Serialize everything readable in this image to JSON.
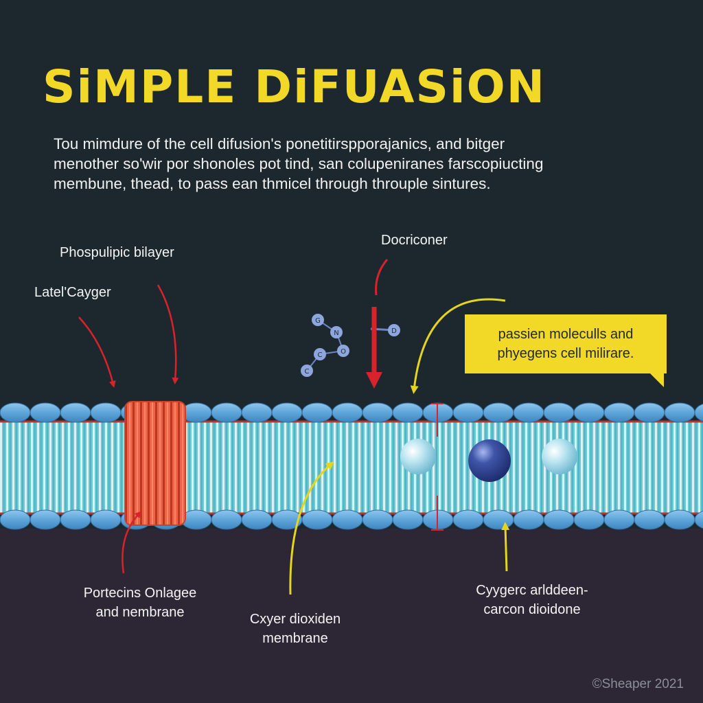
{
  "title": "SiMPLE DiFUASiON",
  "intro_lines": [
    "Tou mimdure of  the  cell difusion's ponetitirspporajanics, and bitger",
    "menother so'wir por shonoles pot tind, san colupeniranes farscopiucting",
    "membune, thead, to pass ean thmicel through throuple sintures."
  ],
  "labels": {
    "phospholipid": "Phospulipic bilayer",
    "lateral": "Latel'Cayger",
    "docriconer": "Docriconer",
    "proteins": [
      "Portecins Onlagee",
      "and nembrane"
    ],
    "oxygen_dioxide": [
      "Cxyer dioxiden",
      "membrane"
    ],
    "carbon": [
      "Cyygerc arlddeen-",
      "carcon dioidone"
    ]
  },
  "callout": [
    "passien moleculls and",
    "phyegens cell milirare."
  ],
  "molecule_letters": [
    "G",
    "N",
    "O",
    "C",
    "C",
    "D"
  ],
  "copyright": "©Sheaper 2021",
  "colors": {
    "background_top": "#1d282e",
    "background_bottom": "#2d2634",
    "title_yellow": "#f2d827",
    "head_blue": "#5aa2d6",
    "tail_teal": "#7fd3dc",
    "protein_orange": "#ef6446",
    "arrow_red": "#d9232a",
    "arrow_yellow": "#e5d51c"
  }
}
